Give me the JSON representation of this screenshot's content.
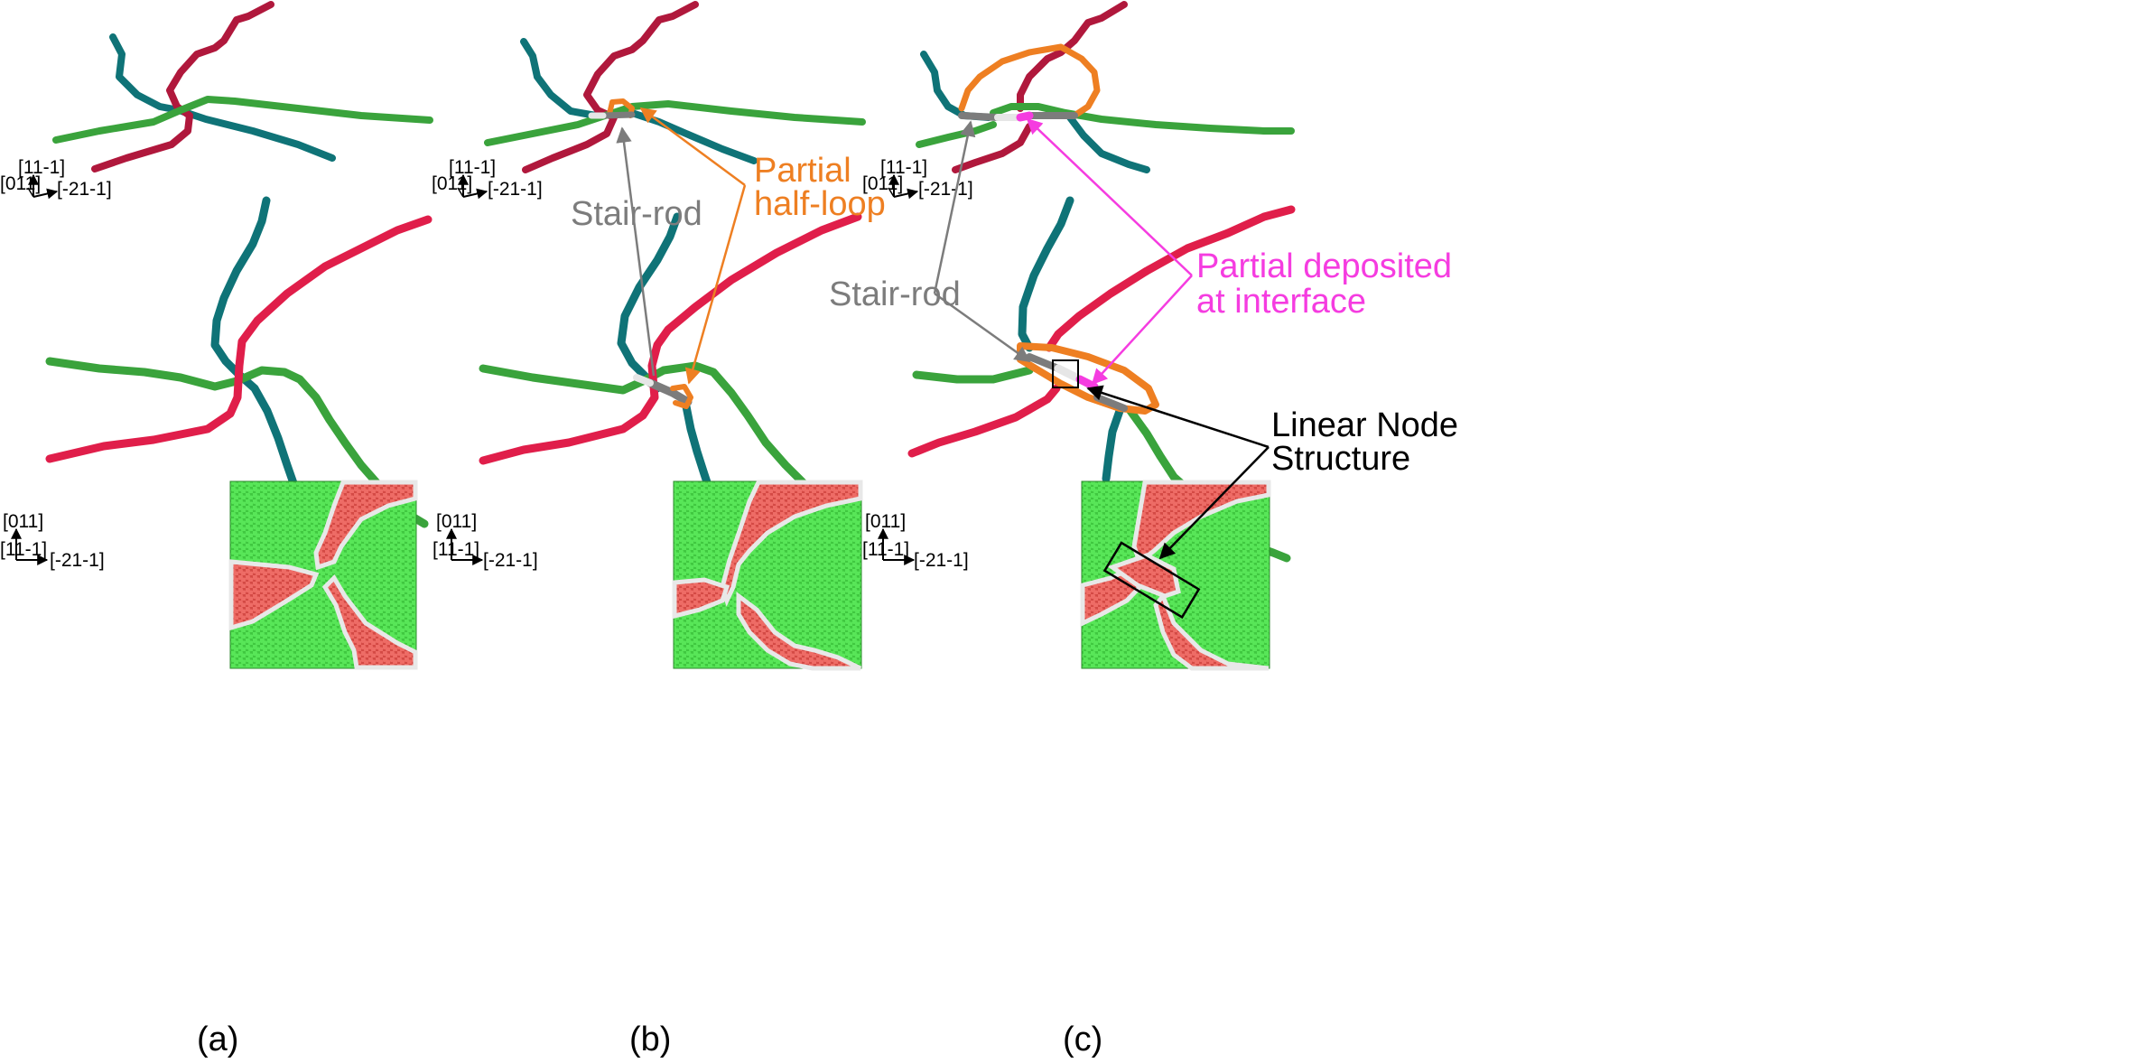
{
  "colors": {
    "teal": "#0f7377",
    "crimson": "#e01e4a",
    "darkred": "#b0183c",
    "green": "#3aa33c",
    "orange": "#ee7f22",
    "gray": "#7c7c7c",
    "magenta": "#f53ce0",
    "atom_green": "#52e352",
    "atom_red": "#e8625c",
    "atom_white": "#e4e4e4"
  },
  "panels": [
    {
      "label": "(a)",
      "axes_top": {
        "v": "[11-1]",
        "o": "[011]",
        "h": "[-21-1]"
      },
      "axes_bottom": {
        "v": "[011]",
        "o": "[11-1]",
        "h": "[-21-1]"
      }
    },
    {
      "label": "(b)",
      "axes_top": {
        "v": "[11-1]",
        "o": "[011]",
        "h": "[-21-1]"
      },
      "axes_bottom": {
        "v": "[011]",
        "o": "[11-1]",
        "h": "[-21-1]"
      }
    },
    {
      "label": "(c)",
      "axes_top": {
        "v": "[11-1]",
        "o": "[011]",
        "h": "[-21-1]"
      },
      "axes_bottom": {
        "v": "[011]",
        "o": "[11-1]",
        "h": "[-21-1]"
      }
    }
  ],
  "annotations": {
    "b_stair_rod": "Stair-rod",
    "b_partial_line1": "Partial",
    "b_partial_line2": "half-loop",
    "c_stair_rod": "Stair-rod",
    "c_partial_line1": "Partial deposited",
    "c_partial_line2": "at interface",
    "c_node_line1": "Linear Node",
    "c_node_line2": "Structure"
  }
}
